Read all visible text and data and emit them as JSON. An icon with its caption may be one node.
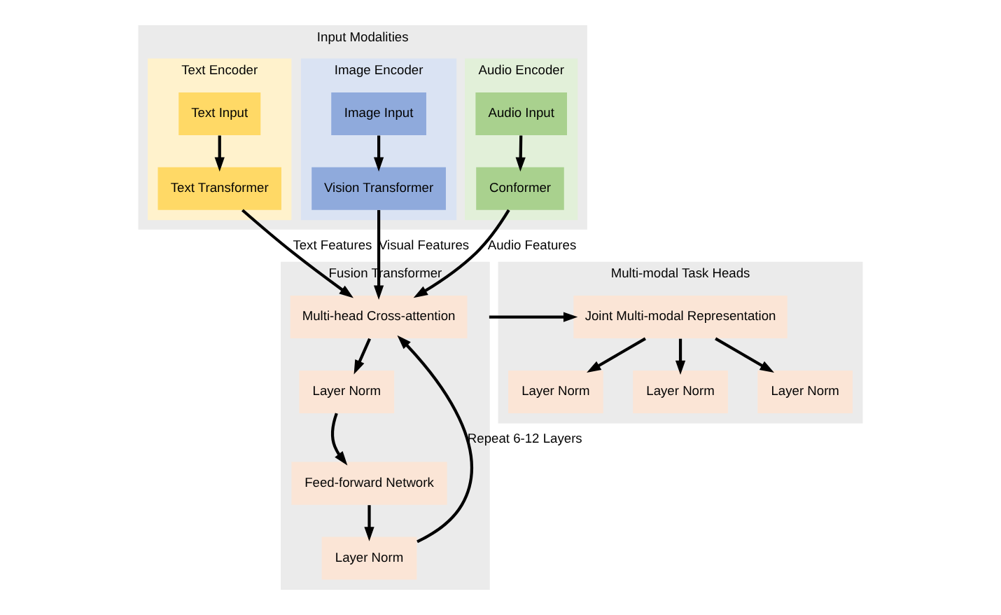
{
  "diagram": {
    "nodes": [
      {
        "text": [
          "Input Modalities"
        ]
      },
      {
        "text": [
          "Text Encoder"
        ],
        "in": 0
      },
      {
        "text": [
          "Text Input"
        ],
        "in": 1
      },
      {
        "text": [
          "Text Transformer"
        ],
        "in": 1
      },
      {
        "text": [
          "Image Encoder"
        ],
        "in": 0
      },
      {
        "text": [
          "Image Input"
        ],
        "in": 4
      },
      {
        "text": [
          "Vision Transformer"
        ],
        "in": 4
      },
      {
        "text": [
          "Audio Encoder"
        ],
        "in": 0
      },
      {
        "text": [
          "Audio Input"
        ],
        "in": 7
      },
      {
        "text": [
          "Conformer"
        ],
        "in": 7
      },
      {
        "text": [
          "Multi-modal Task Heads"
        ]
      },
      {
        "text": [
          "Joint Multi-modal Representation"
        ],
        "in": 10
      },
      {
        "text": [
          "Layer Norm"
        ],
        "in": 10
      },
      {
        "text": [
          "Layer Norm"
        ],
        "in": 10
      },
      {
        "text": [
          "Layer Norm"
        ],
        "in": 10
      },
      {
        "text": [
          "Fusion Transformer"
        ]
      },
      {
        "text": [
          "Multi-head Cross-attention"
        ],
        "in": 15
      },
      {
        "text": [
          "Layer Norm"
        ],
        "in": 15
      },
      {
        "text": [
          "Feed-forward Network"
        ],
        "in": 15
      },
      {
        "text": [
          "Layer Norm"
        ],
        "in": 15
      }
    ],
    "edges": [
      {
        "from": 2,
        "to": 3,
        "arrow": "to"
      },
      {
        "from": 5,
        "to": 6,
        "arrow": "to"
      },
      {
        "from": 8,
        "to": 9,
        "arrow": "to"
      },
      {
        "from": 3,
        "to": 16,
        "arrow": "to",
        "label": "Text Features"
      },
      {
        "from": 6,
        "to": 16,
        "arrow": "to",
        "label": "Visual Features"
      },
      {
        "from": 9,
        "to": 16,
        "arrow": "to",
        "label": "Audio Features"
      },
      {
        "from": 15,
        "to": 11,
        "arrow": "to"
      },
      {
        "from": 11,
        "to": 12,
        "arrow": "to"
      },
      {
        "from": 11,
        "to": 13,
        "arrow": "to"
      },
      {
        "from": 11,
        "to": 14,
        "arrow": "to"
      },
      {
        "from": 16,
        "to": 17,
        "arrow": "to"
      },
      {
        "from": 17,
        "to": 18,
        "arrow": "to"
      },
      {
        "from": 18,
        "to": 19,
        "arrow": "to"
      },
      {
        "from": 19,
        "to": 16,
        "arrow": "to",
        "label": "Repeat 6-12 Layers"
      }
    ]
  }
}
